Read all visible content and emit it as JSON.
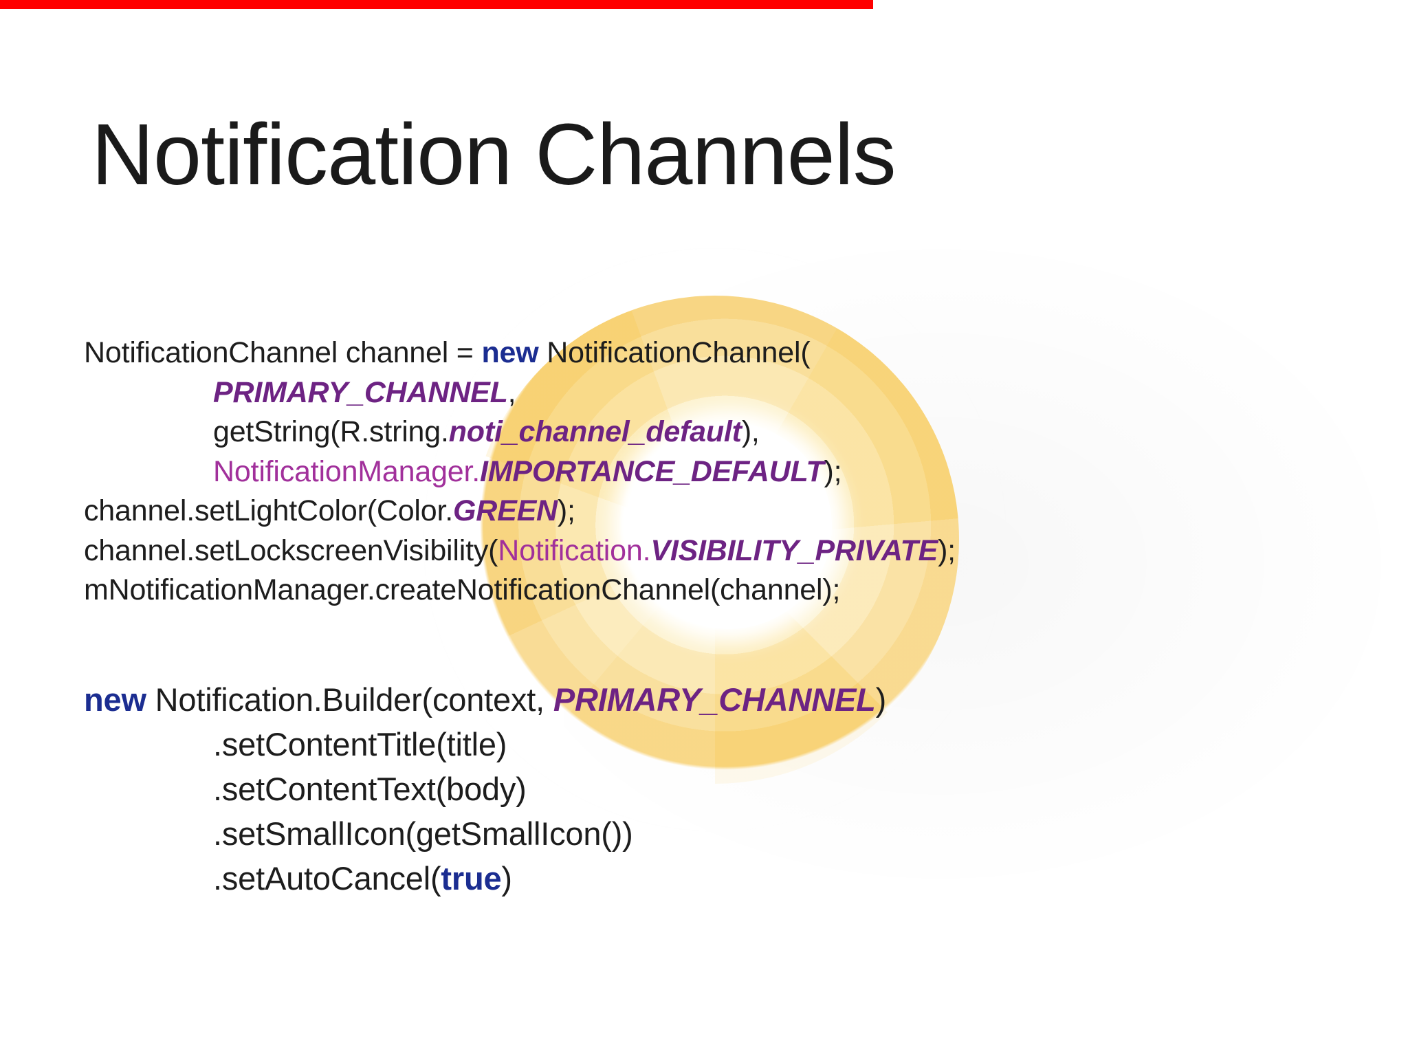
{
  "slide": {
    "title": "Notification Channels",
    "background_color": "#ffffff"
  },
  "top_bar": {
    "color": "#ff0000"
  },
  "watermark": {
    "name": "android-oreo-logo",
    "ring_outer": "#f8d47d",
    "ring_mid": "#fbe7af",
    "ring_inner": "#fdf2cd",
    "hole": "#ffffff"
  },
  "colors": {
    "text": "#1d1d1d",
    "keyword": "#1b2d91",
    "constant": "#6d2383",
    "classref": "#a1309b"
  },
  "code_block_1": {
    "lines": [
      {
        "indent": 0,
        "segments": [
          {
            "t": "NotificationChannel channel = ",
            "s": "plain"
          },
          {
            "t": "new",
            "s": "keyword"
          },
          {
            "t": " NotificationChannel(",
            "s": "plain"
          }
        ]
      },
      {
        "indent": 1,
        "segments": [
          {
            "t": "PRIMARY_CHANNEL",
            "s": "constant"
          },
          {
            "t": ",",
            "s": "plain"
          }
        ]
      },
      {
        "indent": 1,
        "segments": [
          {
            "t": "getString(R.string.",
            "s": "plain"
          },
          {
            "t": "noti_channel_default",
            "s": "constant"
          },
          {
            "t": "),",
            "s": "plain"
          }
        ]
      },
      {
        "indent": 1,
        "segments": [
          {
            "t": "NotificationManager.",
            "s": "classref"
          },
          {
            "t": "IMPORTANCE_DEFAULT",
            "s": "constant"
          },
          {
            "t": ");",
            "s": "plain"
          }
        ]
      },
      {
        "indent": 0,
        "segments": [
          {
            "t": "channel.setLightColor(Color.",
            "s": "plain"
          },
          {
            "t": "GREEN",
            "s": "constant"
          },
          {
            "t": ");",
            "s": "plain"
          }
        ]
      },
      {
        "indent": 0,
        "segments": [
          {
            "t": "channel.setLockscreenVisibility(",
            "s": "plain"
          },
          {
            "t": "Notification.",
            "s": "classref"
          },
          {
            "t": "VISIBILITY_PRIVATE",
            "s": "constant"
          },
          {
            "t": ");",
            "s": "plain"
          }
        ]
      },
      {
        "indent": 0,
        "segments": [
          {
            "t": "mNotificationManager.createNotificationChannel(channel);",
            "s": "plain"
          }
        ]
      }
    ]
  },
  "code_block_2": {
    "lines": [
      {
        "indent": 0,
        "segments": [
          {
            "t": "new",
            "s": "keyword"
          },
          {
            "t": " Notification.Builder(context, ",
            "s": "plain"
          },
          {
            "t": "PRIMARY_CHANNEL",
            "s": "constant"
          },
          {
            "t": ")",
            "s": "plain"
          }
        ]
      },
      {
        "indent": 1,
        "segments": [
          {
            "t": ".setContentTitle(title)",
            "s": "plain"
          }
        ]
      },
      {
        "indent": 1,
        "segments": [
          {
            "t": ".setContentText(body)",
            "s": "plain"
          }
        ]
      },
      {
        "indent": 1,
        "segments": [
          {
            "t": ".setSmallIcon(getSmallIcon())",
            "s": "plain"
          }
        ]
      },
      {
        "indent": 1,
        "segments": [
          {
            "t": ".setAutoCancel(",
            "s": "plain"
          },
          {
            "t": "true",
            "s": "keyword"
          },
          {
            "t": ")",
            "s": "plain"
          }
        ]
      }
    ]
  }
}
